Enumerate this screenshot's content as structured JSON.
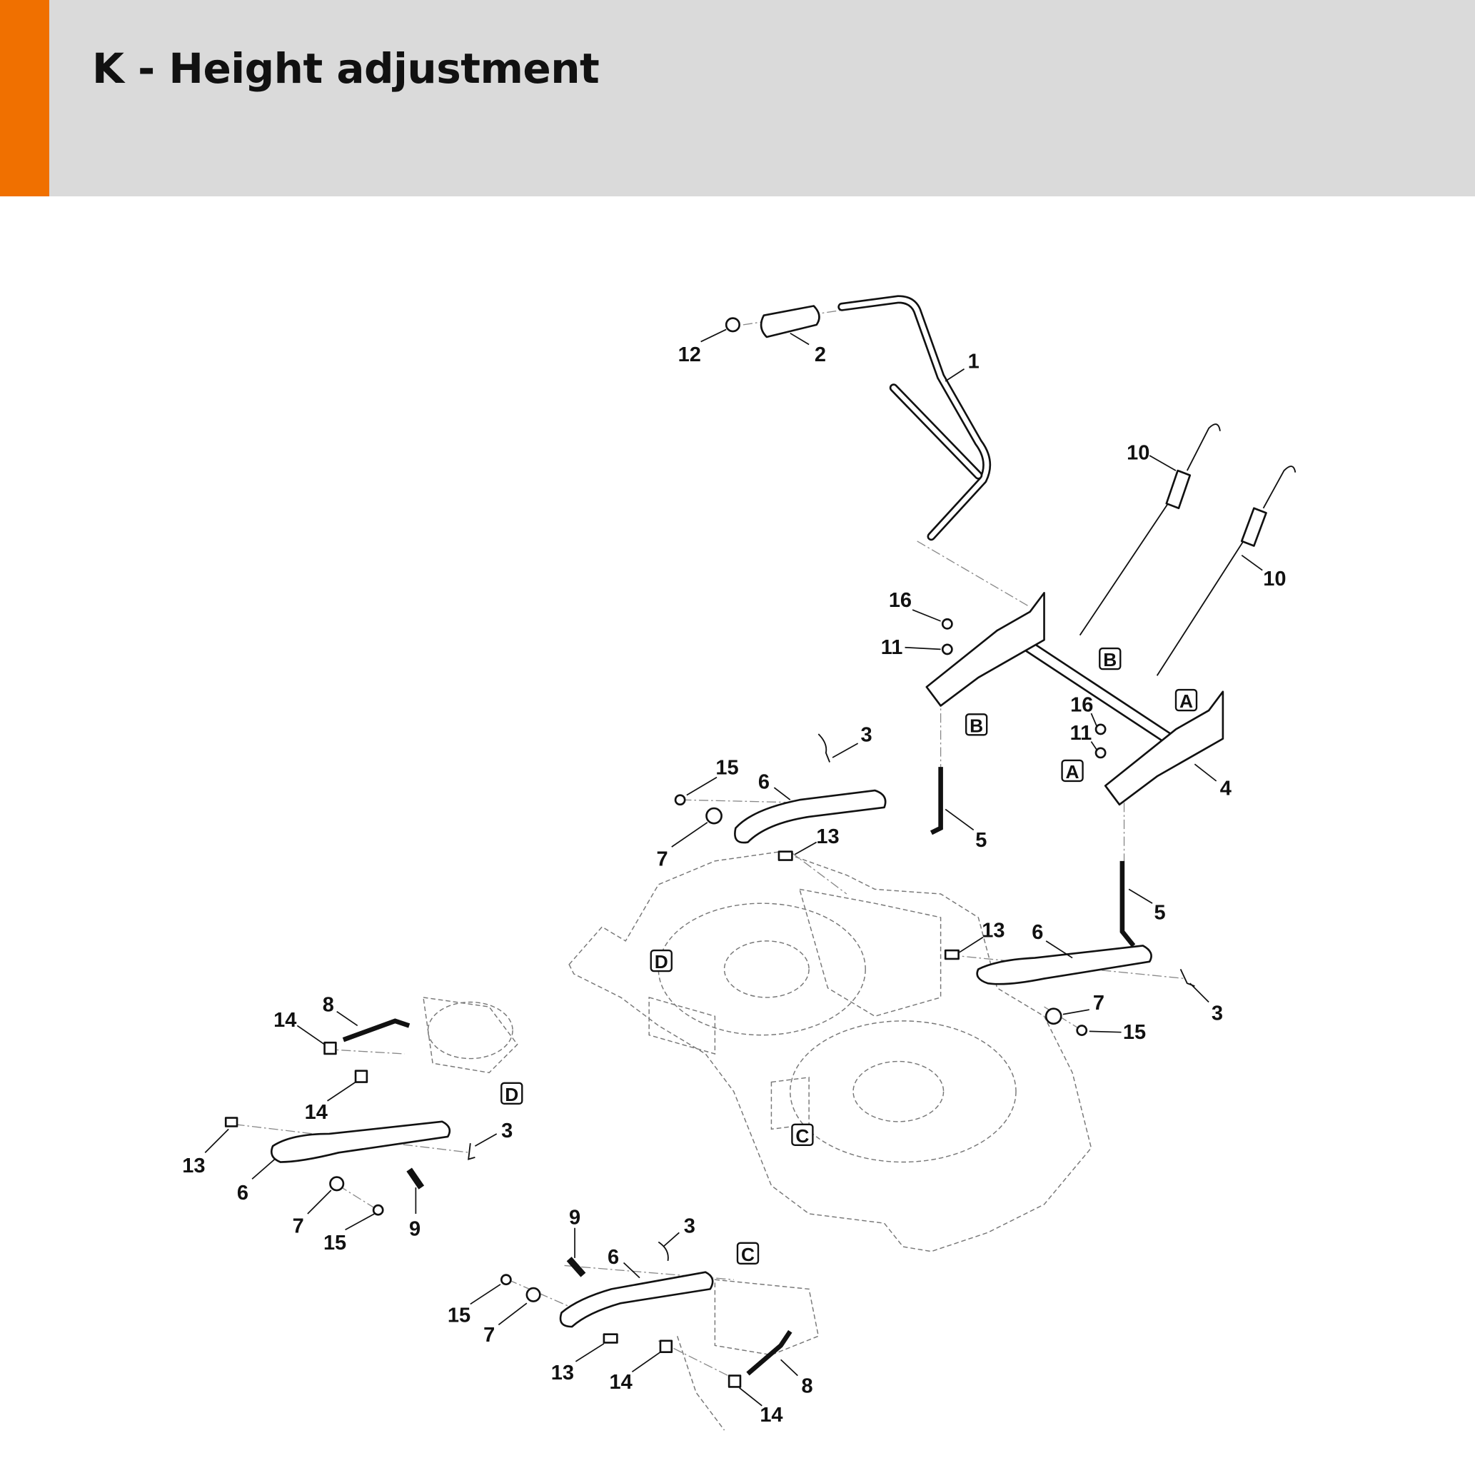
{
  "header": {
    "title": "K - Height adjustment",
    "accent_color": "#f07000",
    "background_color": "#dadada"
  },
  "callouts": [
    "12",
    "2",
    "1",
    "10",
    "10",
    "16",
    "11",
    "16",
    "11",
    "4",
    "3",
    "15",
    "6",
    "7",
    "13",
    "5",
    "5",
    "13",
    "6",
    "3",
    "7",
    "15",
    "14",
    "8",
    "14",
    "13",
    "6",
    "3",
    "9",
    "7",
    "15",
    "9",
    "3",
    "6",
    "15",
    "7",
    "13",
    "14",
    "8",
    "14"
  ],
  "reference_marks": [
    "B",
    "A",
    "B",
    "A",
    "D",
    "D",
    "C",
    "C"
  ]
}
